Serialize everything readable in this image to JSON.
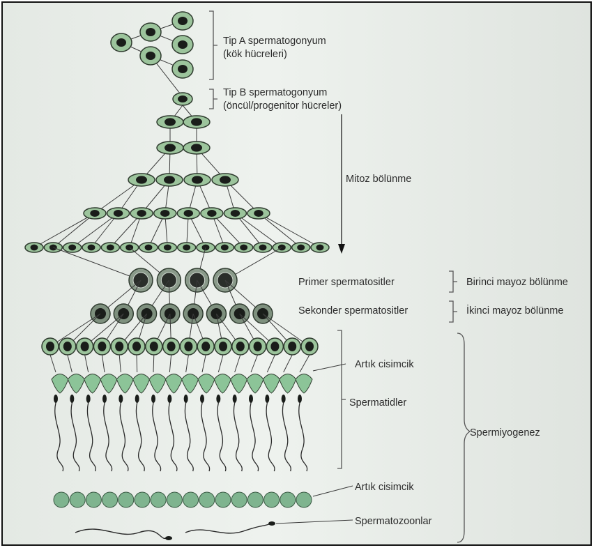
{
  "labels": {
    "tip_a_line1": "Tip A spermatogonyum",
    "tip_a_line2": "(kök hücreleri)",
    "tip_b_line1": "Tip B spermatogonyum",
    "tip_b_line2": "(öncül/progenitor hücreler)",
    "mitoz": "Mitoz bölünme",
    "primer": "Primer spermatositler",
    "sekonder": "Sekonder spermatositler",
    "birinci_mayoz": "Birinci mayoz bölünme",
    "ikinci_mayoz": "İkinci mayoz bölünme",
    "artik_cisimcik_1": "Artık cisimcik",
    "spermatidler": "Spermatidler",
    "spermiyogenez": "Spermiyogenez",
    "artik_cisimcik_2": "Artık cisimcik",
    "spermatozoonlar": "Spermatozoonlar"
  },
  "colors": {
    "cell_fill": "#9cc49c",
    "cell_stroke": "#2e3a2e",
    "nucleus": "#1a1d1a",
    "line": "#3a3a3a",
    "bracket": "#555555",
    "residual_body": "#7fb48f",
    "spermatid_head": "#8cc498"
  }
}
